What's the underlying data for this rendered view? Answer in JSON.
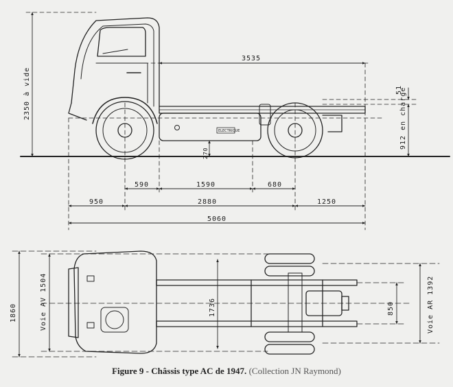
{
  "side_view": {
    "dims_horizontal": [
      "3535",
      "590",
      "1590",
      "680",
      "950",
      "2880",
      "1250",
      "5060"
    ],
    "dims_vertical": [
      "2350 à vide",
      "51",
      "912 en charge",
      "270"
    ],
    "badge": "ELECTRIQUE"
  },
  "top_view": {
    "dims": [
      "1860",
      "Voie AV 1504",
      "1736",
      "850",
      "Voie AR 1392"
    ]
  },
  "caption": {
    "figure": "Figure 9 - Châssis type AC de 1947.",
    "credit": "(Collection JN Raymond)"
  }
}
